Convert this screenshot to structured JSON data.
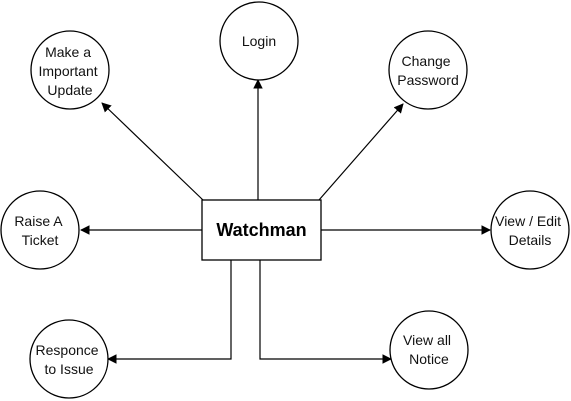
{
  "diagram": {
    "center": {
      "label": "Watchman"
    },
    "nodes": {
      "update": [
        "Make a",
        "Important",
        "Update"
      ],
      "login": [
        "Login"
      ],
      "change_password": [
        "Change",
        "Password"
      ],
      "raise_ticket": [
        "Raise A",
        "Ticket"
      ],
      "view_edit": [
        "View / Edit",
        "Details"
      ],
      "response": [
        "Responce",
        "to Issue"
      ],
      "notice": [
        "View all",
        "Notice"
      ]
    }
  },
  "colors": {
    "stroke": "#000000",
    "background": "#ffffff"
  }
}
